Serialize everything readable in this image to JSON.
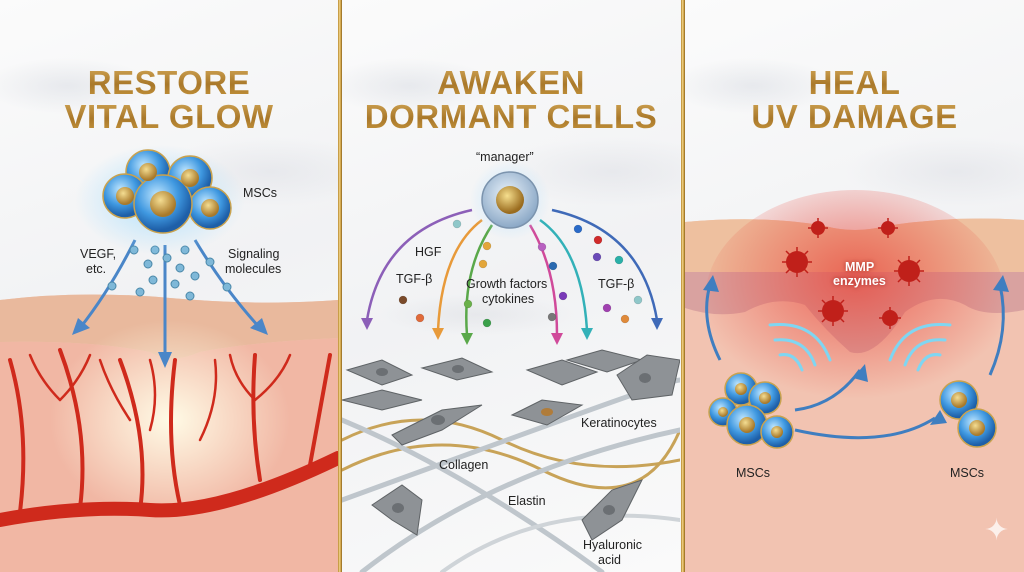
{
  "panels": [
    {
      "title_line1": "RESTORE",
      "title_line2": "VITAL GLOW",
      "labels": {
        "mscs": "MSCs",
        "vegf": "VEGF,",
        "etc": "etc.",
        "signaling": "Signaling",
        "molecules": "molecules"
      }
    },
    {
      "title_line1": "AWAKEN",
      "title_line2": "DORMANT CELLS",
      "labels": {
        "manager": "“manager”",
        "hgf": "HGF",
        "tgf_left": "TGF-β",
        "growth_factors": "Growth factors",
        "cytokines": "cytokines",
        "tgf_right": "TGF-β",
        "keratinocytes": "Keratinocytes",
        "collagen": "Collagen",
        "elastin": "Elastin",
        "hyaluronic": "Hyaluronic",
        "acid": "acid"
      }
    },
    {
      "title_line1": "HEAL",
      "title_line2": "UV DAMAGE",
      "labels": {
        "mmp": "MMP",
        "enzymes": "enzymes",
        "mscs_left": "MSCs",
        "mscs_right": "MSCs"
      }
    }
  ],
  "colors": {
    "gold": "#b78a3a",
    "vessel_red": "#d42a1f",
    "skin_pink": "#f3c2b5",
    "arrow_blue": "#4a86c8",
    "cell_blue": "#4aa5e6"
  },
  "watermark_icon": "sparkle-icon"
}
